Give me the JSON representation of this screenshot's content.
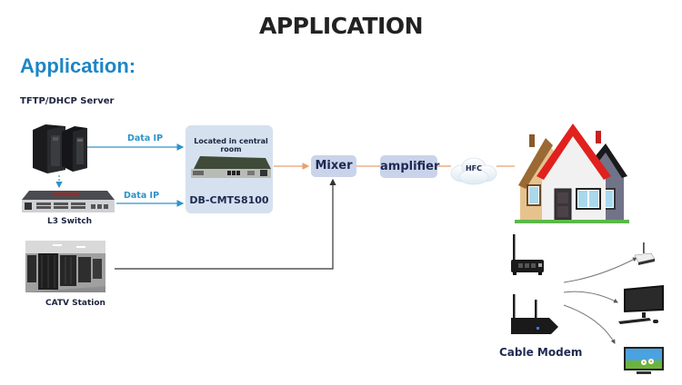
{
  "header": {
    "title": "APPLICATION",
    "section_heading": "Application:"
  },
  "nodes": {
    "server": {
      "label": "TFTP/DHCP Server",
      "icon": "server-tower-icon"
    },
    "switch": {
      "label": "L3 Switch",
      "icon": "network-switch-icon"
    },
    "catv": {
      "label": "CATV Station",
      "icon": "data-center-icon"
    },
    "cmts": {
      "caption": "Located in central room",
      "model": "DB-CMTS8100",
      "icon": "rack-unit-icon"
    },
    "mixer": {
      "label": "Mixer"
    },
    "amplifier": {
      "label": "amplifier"
    },
    "hfc": {
      "label": "HFC",
      "icon": "cloud-icon"
    },
    "house": {
      "icon": "house-icon"
    },
    "cable_modem": {
      "label": "Cable Modem",
      "icons": [
        "modem-icon",
        "wireless-router-icon"
      ]
    },
    "devices": [
      {
        "icon": "wifi-router-icon"
      },
      {
        "icon": "desktop-computer-icon"
      },
      {
        "icon": "television-icon"
      }
    ]
  },
  "links": {
    "server_to_cmts": "Data IP",
    "switch_to_cmts": "Data IP"
  },
  "colors": {
    "heading_blue": "#1f86c6",
    "data_ip_blue": "#2f93c9",
    "rf_line_orange": "#e8a070",
    "node_fill": "#c9d3ea",
    "cmts_fill": "#d5e1ee"
  }
}
